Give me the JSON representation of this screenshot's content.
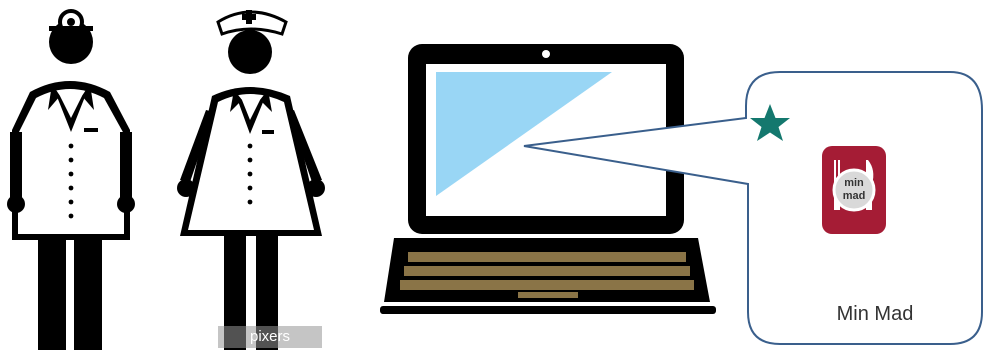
{
  "app_icon": {
    "label": "Min Mad",
    "logo_line1": "min",
    "logo_line2": "mad",
    "color": "#a51c35"
  },
  "favorite_star": {
    "icon": "star-icon",
    "color": "#14786e"
  },
  "watermark": "pixers",
  "figures": [
    "doctor-figure",
    "nurse-figure",
    "laptop"
  ],
  "colors": {
    "screen": "#99d6f5",
    "keyboard": "#8a7447",
    "callout_border": "#3a5f8c"
  }
}
